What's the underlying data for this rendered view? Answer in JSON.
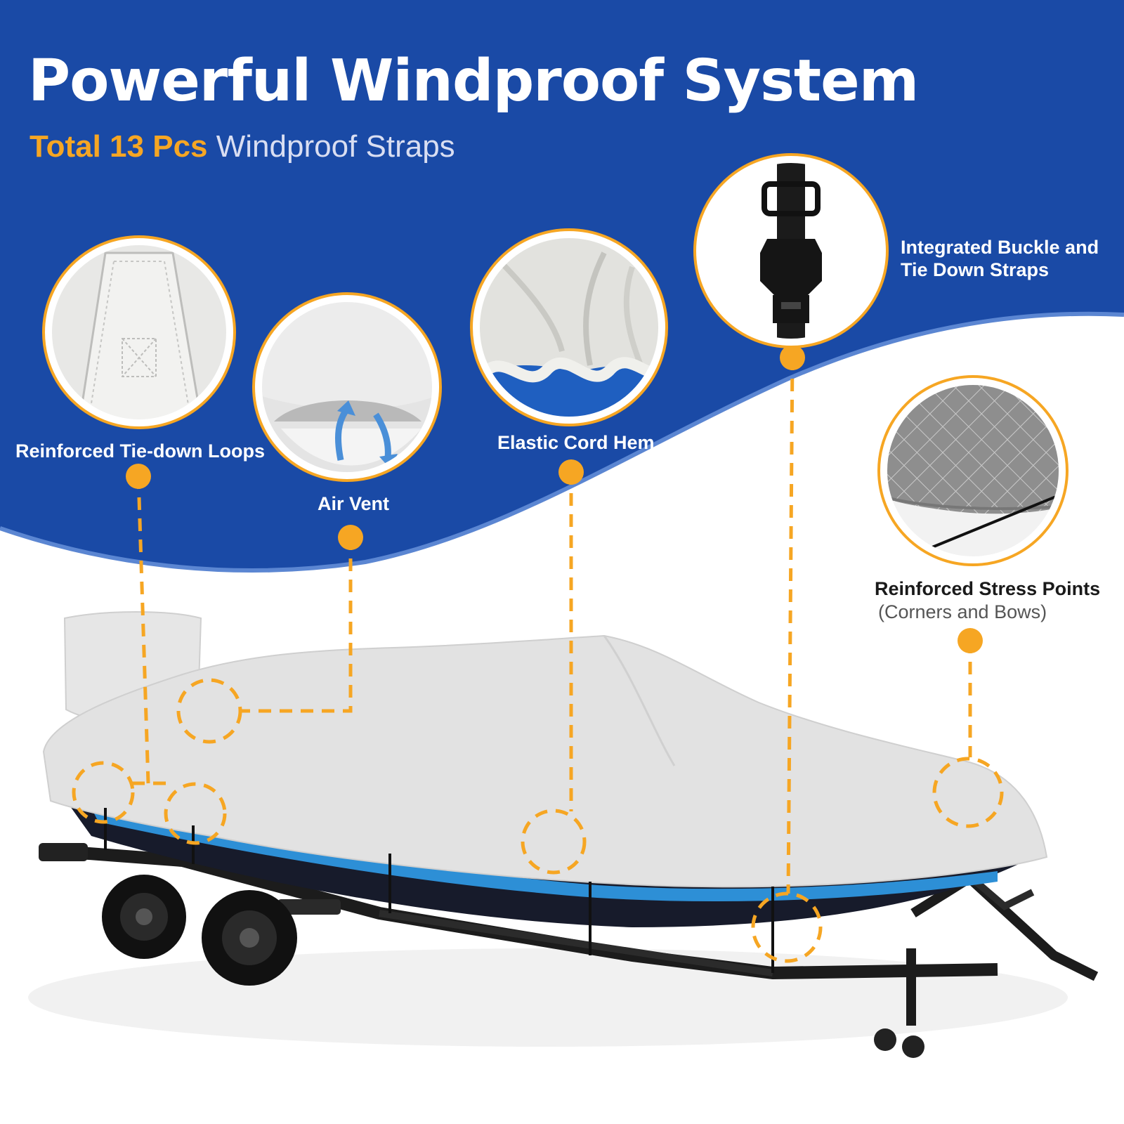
{
  "headline": {
    "title": "Powerful Windproof System",
    "subtitle_accent": "Total  13 Pcs",
    "subtitle_rest": " Windproof Straps"
  },
  "features": [
    {
      "label": "Reinforced Tie-down Loops",
      "icon": "tie-down-loop-closeup"
    },
    {
      "label": "Air Vent",
      "icon": "air-vent-closeup"
    },
    {
      "label": "Elastic Cord Hem",
      "icon": "elastic-hem-closeup"
    },
    {
      "label_line1": "Integrated Buckle and",
      "label_line2": "Tie Down Straps",
      "icon": "buckle-strap-closeup"
    },
    {
      "label": "Reinforced Stress Points",
      "note": "(Corners and Bows)",
      "icon": "stress-point-closeup"
    }
  ],
  "colors": {
    "brand_blue": "#1a4aa6",
    "accent_orange": "#f6a623",
    "cover_gray": "#e0e0e0",
    "text_dark": "#1a1a1a"
  }
}
